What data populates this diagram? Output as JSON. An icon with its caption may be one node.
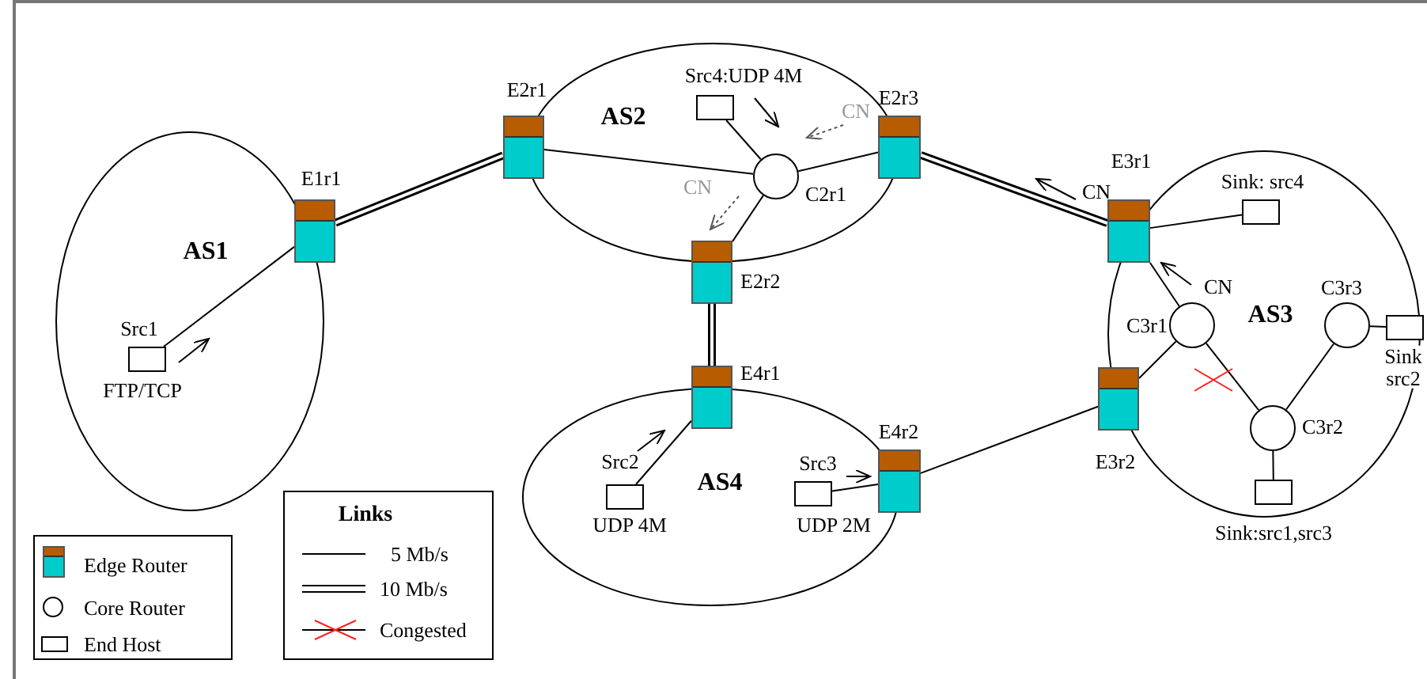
{
  "diagram": {
    "nodes": [
      {
        "text": [
          "AS1"
        ]
      },
      {
        "text": [
          "AS2"
        ]
      },
      {
        "text": [
          "AS3"
        ]
      },
      {
        "text": [
          "AS4"
        ]
      },
      {
        "text": [
          "E1r1"
        ]
      },
      {
        "text": [
          "E2r1"
        ]
      },
      {
        "text": [
          "Src4:UDP 4M"
        ],
        "in": 1
      },
      {
        "text": [
          "C2r1"
        ],
        "in": 1
      },
      {
        "text": [
          "E2r3"
        ]
      },
      {
        "text": [
          "E2r2"
        ]
      },
      {
        "text": [
          "Src1",
          "FTP/TCP"
        ],
        "in": 0
      },
      {
        "text": [
          "E3r1"
        ]
      },
      {
        "text": [
          "Sink: src4"
        ],
        "in": 2
      },
      {
        "text": [
          "C3r3"
        ],
        "in": 2
      },
      {
        "text": [
          "C3r1"
        ],
        "in": 2
      },
      {
        "text": [
          "Sink src2"
        ],
        "in": 2
      },
      {
        "text": [
          "E4r1"
        ]
      },
      {
        "text": [
          "E3r2"
        ]
      },
      {
        "text": [
          "C3r2"
        ],
        "in": 2
      },
      {
        "text": [
          "Src2",
          "UDP 4M"
        ],
        "in": 3
      },
      {
        "text": [
          "Src3",
          "UDP 2M"
        ],
        "in": 3
      },
      {
        "text": [
          "E4r2"
        ]
      },
      {
        "text": [
          "Sink:src1,src3"
        ],
        "in": 2
      }
    ],
    "edges": [
      {
        "from": 10,
        "to": 4,
        "arrow": "none"
      },
      {
        "from": 4,
        "to": 5,
        "arrow": "none",
        "style": "thick"
      },
      {
        "from": 5,
        "to": 7,
        "arrow": "none"
      },
      {
        "from": 6,
        "to": 7,
        "arrow": "none"
      },
      {
        "from": 7,
        "to": 8,
        "arrow": "none"
      },
      {
        "from": 7,
        "to": 9,
        "arrow": "none"
      },
      {
        "from": 9,
        "to": 16,
        "arrow": "none",
        "style": "thick"
      },
      {
        "from": 8,
        "to": 11,
        "arrow": "none",
        "style": "thick"
      },
      {
        "from": 11,
        "to": 12,
        "arrow": "none"
      },
      {
        "from": 11,
        "to": 14,
        "arrow": "none"
      },
      {
        "from": 14,
        "to": 17,
        "arrow": "none"
      },
      {
        "from": 14,
        "to": 18,
        "arrow": "none"
      },
      {
        "from": 13,
        "to": 18,
        "arrow": "none"
      },
      {
        "from": 13,
        "to": 15,
        "arrow": "none"
      },
      {
        "from": 18,
        "to": 22,
        "arrow": "none"
      },
      {
        "from": 16,
        "to": 19,
        "arrow": "none"
      },
      {
        "from": 20,
        "to": 21,
        "arrow": "none"
      },
      {
        "from": 21,
        "to": 17,
        "arrow": "none"
      }
    ],
    "labels": [
      "CN",
      "CN",
      "CN",
      "CN",
      "Links"
    ],
    "legend": [
      {
        "text": "Edge Router"
      },
      {
        "text": "Core Router"
      },
      {
        "text": "End Host"
      },
      {
        "text": "5 Mb/s"
      },
      {
        "text": "10 Mb/s"
      },
      {
        "text": "Congested"
      }
    ]
  }
}
